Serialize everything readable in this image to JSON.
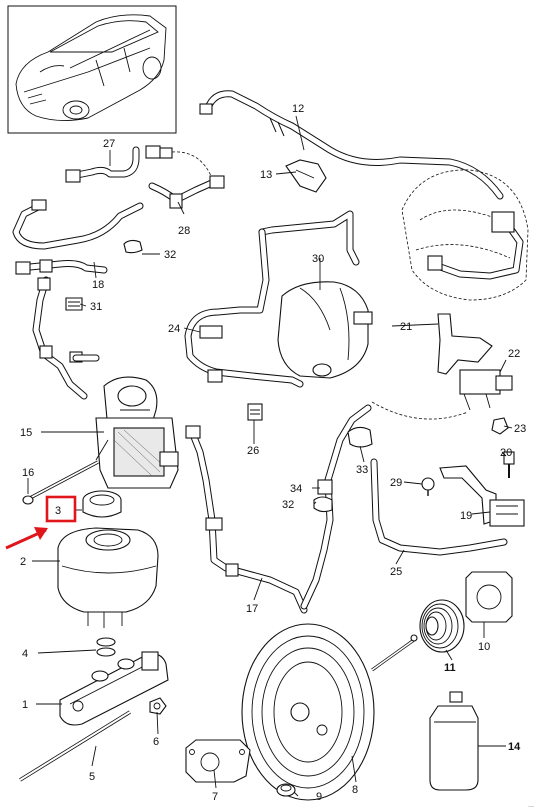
{
  "callouts": [
    {
      "id": "c1",
      "label": "1"
    },
    {
      "id": "c2",
      "label": "2"
    },
    {
      "id": "c3",
      "label": "3"
    },
    {
      "id": "c4",
      "label": "4"
    },
    {
      "id": "c5",
      "label": "5"
    },
    {
      "id": "c6",
      "label": "6"
    },
    {
      "id": "c7",
      "label": "7"
    },
    {
      "id": "c8",
      "label": "8"
    },
    {
      "id": "c9",
      "label": "9"
    },
    {
      "id": "c10",
      "label": "10"
    },
    {
      "id": "c11",
      "label": "11"
    },
    {
      "id": "c12",
      "label": "12"
    },
    {
      "id": "c13",
      "label": "13"
    },
    {
      "id": "c14",
      "label": "14"
    },
    {
      "id": "c15",
      "label": "15"
    },
    {
      "id": "c16",
      "label": "16"
    },
    {
      "id": "c17",
      "label": "17"
    },
    {
      "id": "c18",
      "label": "18"
    },
    {
      "id": "c19",
      "label": "19"
    },
    {
      "id": "c20",
      "label": "20"
    },
    {
      "id": "c21",
      "label": "21"
    },
    {
      "id": "c22",
      "label": "22"
    },
    {
      "id": "c23",
      "label": "23"
    },
    {
      "id": "c24",
      "label": "24"
    },
    {
      "id": "c25",
      "label": "25"
    },
    {
      "id": "c26",
      "label": "26"
    },
    {
      "id": "c27",
      "label": "27"
    },
    {
      "id": "c28",
      "label": "28"
    },
    {
      "id": "c29",
      "label": "29"
    },
    {
      "id": "c30",
      "label": "30"
    },
    {
      "id": "c31",
      "label": "31"
    },
    {
      "id": "c32a",
      "label": "32"
    },
    {
      "id": "c32b",
      "label": "32"
    },
    {
      "id": "c33",
      "label": "33"
    },
    {
      "id": "c34",
      "label": "34"
    }
  ],
  "highlight": {
    "label_id": "c3",
    "color": "#e0161b"
  },
  "arrow": {
    "color": "#e0161b"
  },
  "colors": {
    "ink": "#111111",
    "paper": "#ffffff"
  },
  "footer": "..."
}
